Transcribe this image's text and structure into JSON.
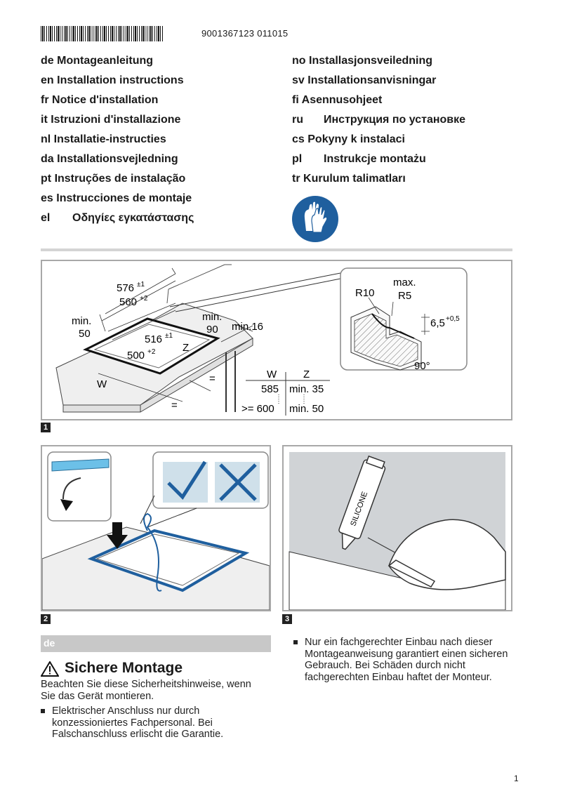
{
  "header": {
    "article_number": "9001367123 011015"
  },
  "languages": {
    "left": [
      {
        "code": "de",
        "title": "Montageanleitung"
      },
      {
        "code": "en",
        "title": "Installation instructions"
      },
      {
        "code": "fr",
        "title": "Notice d'installation"
      },
      {
        "code": "it",
        "title": "Istruzioni d'installazione"
      },
      {
        "code": "nl",
        "title": "Installatie-instructies"
      },
      {
        "code": "da",
        "title": "Installationsvejledning"
      },
      {
        "code": "pt",
        "title": "Instruções de instalação"
      },
      {
        "code": "es",
        "title": "Instrucciones de montaje"
      },
      {
        "code": "el",
        "title": "Οδηγίες εγκατάστασης"
      }
    ],
    "right": [
      {
        "code": "no",
        "title": "Installasjonsveiledning"
      },
      {
        "code": "sv",
        "title": "Installationsanvisningar"
      },
      {
        "code": "fi",
        "title": "Asennusohjeet"
      },
      {
        "code": "ru",
        "title": "Инструкция по установке"
      },
      {
        "code": "cs",
        "title": "Pokyny k instalaci"
      },
      {
        "code": "pl",
        "title": "Instrukcje montażu"
      },
      {
        "code": "tr",
        "title": "Kurulum talimatları"
      }
    ]
  },
  "figure1": {
    "number": "1",
    "dim_576": "576",
    "dim_576_tol": "±1",
    "dim_560": "560",
    "dim_560_tol": "+2",
    "dim_516": "516",
    "dim_516_tol": "±1",
    "dim_500": "500",
    "dim_500_tol": "+2",
    "min_50_a": "min.",
    "min_50_b": "50",
    "min_90_a": "min.",
    "min_90_b": "90",
    "min_16": "min.16",
    "label_z": "Z",
    "label_w": "W",
    "label_eq": "=",
    "detail": {
      "r10": "R10",
      "max": "max.",
      "r5": "R5",
      "d65": "6,5",
      "d65_tol": "+0,5",
      "angle": "90°"
    },
    "table": {
      "head_w": "W",
      "head_z": "Z",
      "r1_w": "585",
      "r1_z": "min. 35",
      "r2_w": ">= 600",
      "r2_z": "min. 50"
    }
  },
  "figure2": {
    "number": "2"
  },
  "figure3": {
    "number": "3",
    "tube_label": "SILICONE"
  },
  "section": {
    "lang_tag": "de",
    "heading": "Sichere Montage",
    "intro": "Beachten Sie diese Sicherheitshinweise, wenn Sie das Gerät montieren.",
    "bullet1": "Elektrischer Anschluss nur durch konzessioniertes Fachpersonal. Bei Falschanschluss erlischt die Garantie.",
    "bullet2": "Nur ein fachgerechter Einbau nach dieser Montageanweisung garantiert einen sicheren Gebrauch. Bei Schäden durch nicht fachgerechten Einbau haftet der Monteur."
  },
  "footer": {
    "page": "1"
  }
}
